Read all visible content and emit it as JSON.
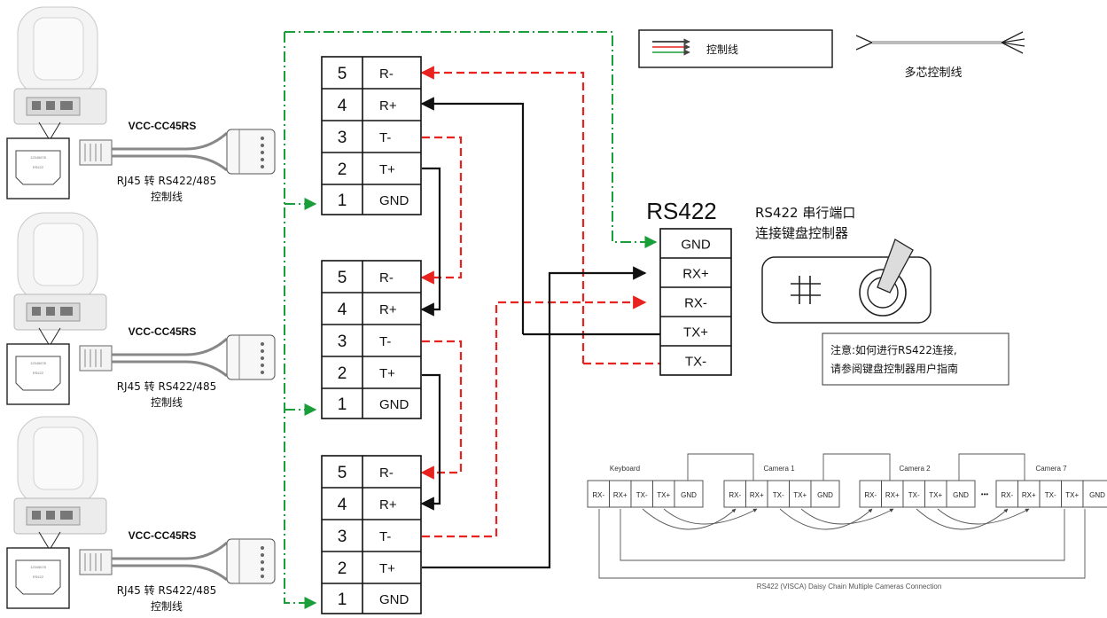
{
  "legend": {
    "control_line": "控制线",
    "multicore_line": "多芯控制线"
  },
  "cables": [
    {
      "name": "VCC-CC45RS",
      "desc1": "RJ45 转 RS422/485",
      "desc2": "控制线",
      "jack_label": "RS422",
      "jack_pins": "12345678"
    },
    {
      "name": "VCC-CC45RS",
      "desc1": "RJ45 转 RS422/485",
      "desc2": "控制线",
      "jack_label": "RS422",
      "jack_pins": "12345678"
    },
    {
      "name": "VCC-CC45RS",
      "desc1": "RJ45 转 RS422/485",
      "desc2": "控制线",
      "jack_label": "RS422",
      "jack_pins": "12345678"
    }
  ],
  "terminal_blocks": [
    {
      "rows": [
        {
          "num": "5",
          "sig": "R-"
        },
        {
          "num": "4",
          "sig": "R+"
        },
        {
          "num": "3",
          "sig": "T-"
        },
        {
          "num": "2",
          "sig": "T+"
        },
        {
          "num": "1",
          "sig": "GND"
        }
      ]
    },
    {
      "rows": [
        {
          "num": "5",
          "sig": "R-"
        },
        {
          "num": "4",
          "sig": "R+"
        },
        {
          "num": "3",
          "sig": "T-"
        },
        {
          "num": "2",
          "sig": "T+"
        },
        {
          "num": "1",
          "sig": "GND"
        }
      ]
    },
    {
      "rows": [
        {
          "num": "5",
          "sig": "R-"
        },
        {
          "num": "4",
          "sig": "R+"
        },
        {
          "num": "3",
          "sig": "T-"
        },
        {
          "num": "2",
          "sig": "T+"
        },
        {
          "num": "1",
          "sig": "GND"
        }
      ]
    }
  ],
  "rs422": {
    "title": "RS422",
    "pins": [
      "GND",
      "RX+",
      "RX-",
      "TX+",
      "TX-"
    ]
  },
  "keyboard": {
    "desc1": "RS422 串行端口",
    "desc2": "连接键盘控制器",
    "note1": "注意:如何进行RS422连接,",
    "note2": "请参阅键盘控制器用户指南"
  },
  "daisy_chain": {
    "devices": [
      {
        "title": "Keyboard",
        "pins": [
          "RX-",
          "RX+",
          "TX-",
          "TX+",
          "GND"
        ]
      },
      {
        "title": "Camera 1",
        "pins": [
          "RX-",
          "RX+",
          "TX-",
          "TX+",
          "GND"
        ]
      },
      {
        "title": "Camera 2",
        "pins": [
          "RX-",
          "RX+",
          "TX-",
          "TX+",
          "GND"
        ]
      },
      {
        "title": "Camera 7",
        "pins": [
          "RX-",
          "RX+",
          "TX-",
          "TX+",
          "GND"
        ]
      }
    ],
    "ellipsis": "•••",
    "caption": "RS422 (VISCA) Daisy Chain Multiple Cameras Connection"
  },
  "colors": {
    "red_line": "#e8231f",
    "green_line": "#1a9e3a",
    "black_line": "#111111",
    "light_gray": "#cfcfcf"
  }
}
